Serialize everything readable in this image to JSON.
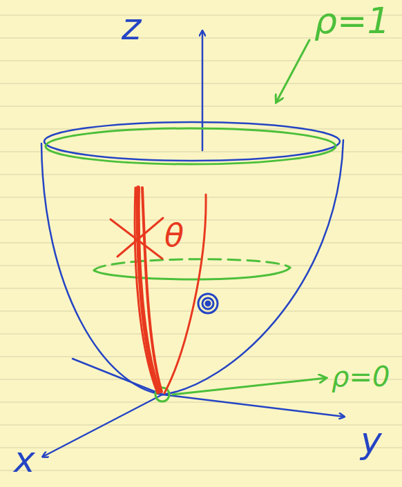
{
  "diagram": {
    "labels": [
      "z",
      "ρ=1",
      "ρ=0",
      "θ",
      "x",
      "y"
    ]
  }
}
